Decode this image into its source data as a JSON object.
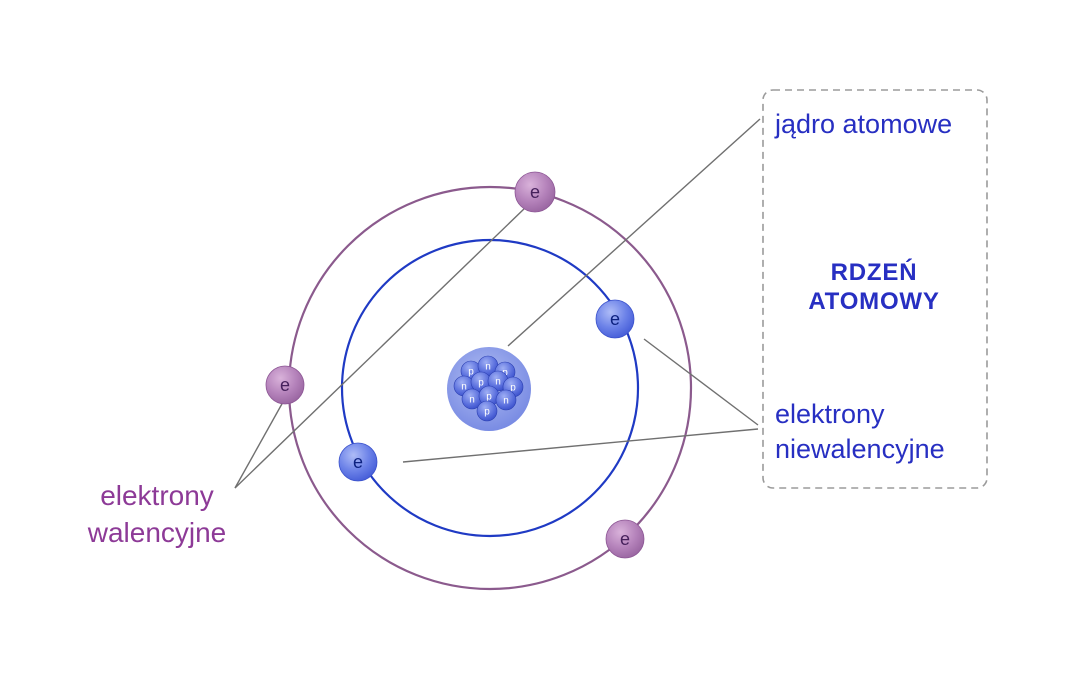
{
  "diagram": {
    "labels": {
      "nucleus_label": "jądro atomowe",
      "core_line1": "RDZEŃ",
      "core_line2": "ATOMOWY",
      "nonvalence_line1": "elektrony",
      "nonvalence_line2": "niewalencyjne",
      "valence_line1": "elektrony",
      "valence_line2": "walencyjne"
    },
    "electron_symbol": "e",
    "particles": [
      "p",
      "n",
      "p",
      "n",
      "p",
      "n",
      "p",
      "n",
      "p",
      "n",
      "p"
    ],
    "colors": {
      "outer_orbit": "#8b5a8d",
      "inner_orbit": "#1f3ac4",
      "label_blue": "#272fc2",
      "label_purple": "#8d3a97",
      "electron_label_blue": "#0d2280",
      "electron_label_purple": "#46215c",
      "connector": "#707070",
      "callout_border": "#9b9b9b"
    }
  }
}
